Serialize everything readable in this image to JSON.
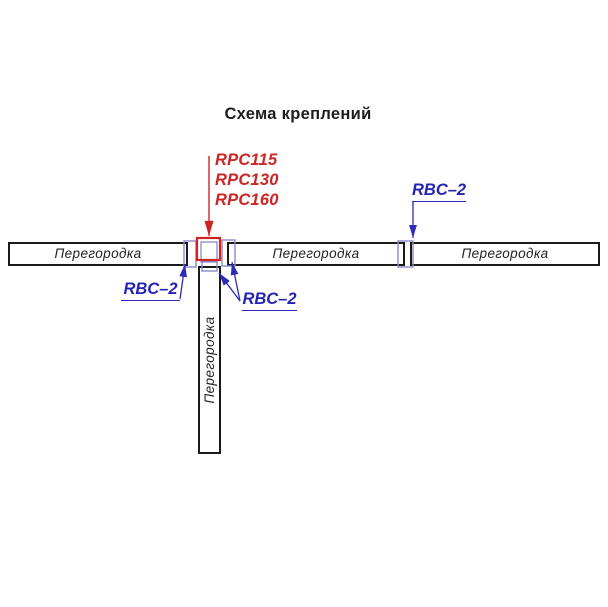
{
  "title": "Схема креплений",
  "labels": {
    "rpc": [
      "RPC115",
      "RPC130",
      "RPC160"
    ],
    "rbc_top": "RBC–2",
    "rbc_left": "RBC–2",
    "rbc_center": "RBC–2"
  },
  "partitions": {
    "left": "Перегородка",
    "middle": "Перегородка",
    "right": "Перегородка",
    "vertical": "Перегородка"
  },
  "colors": {
    "rpc_red": "#cd2424",
    "rbc_blue": "#2424b4",
    "connector_stroke": "#8a8acc",
    "partition_stroke": "#1a1a1a",
    "background": "#ffffff"
  }
}
